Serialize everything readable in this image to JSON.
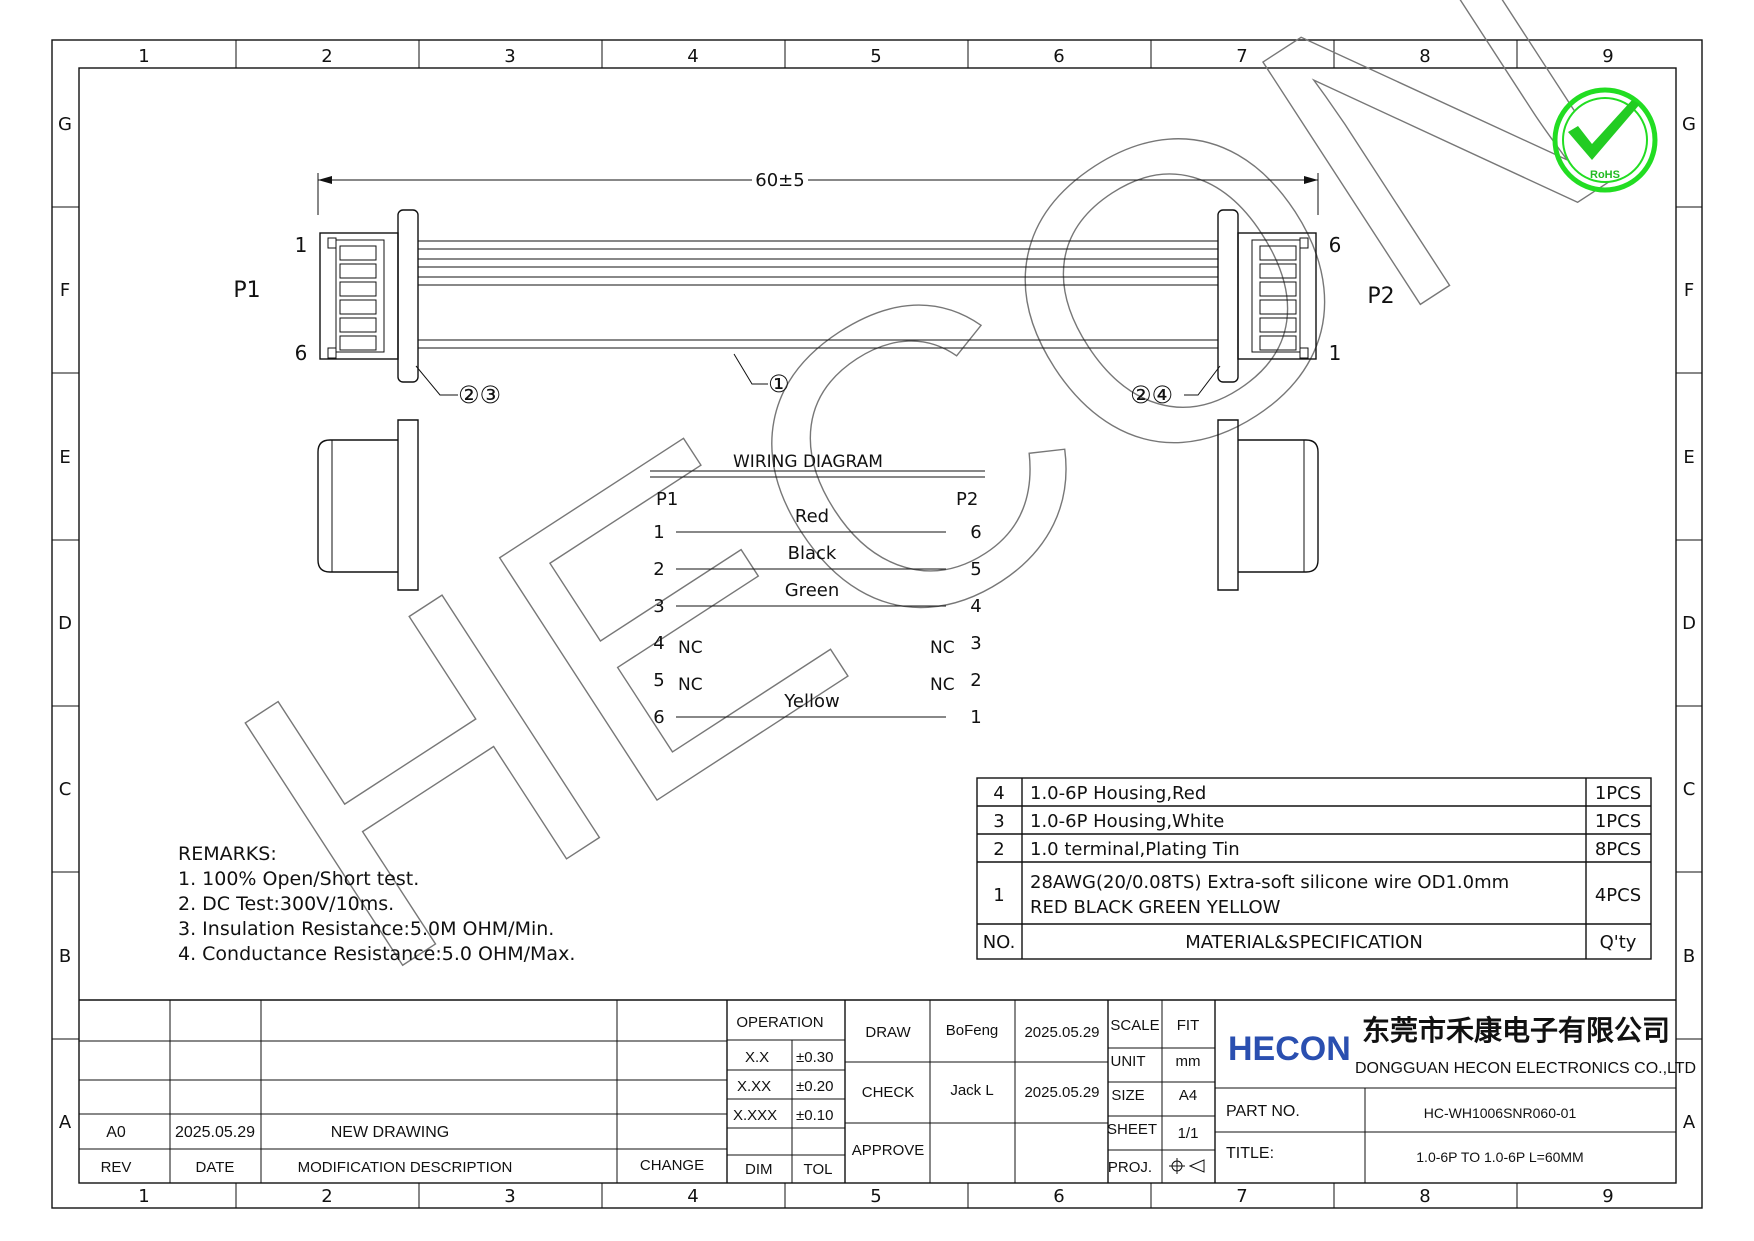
{
  "sheet": {
    "zone_columns": [
      "1",
      "2",
      "3",
      "4",
      "5",
      "6",
      "7",
      "8",
      "9"
    ],
    "zone_rows": [
      "G",
      "F",
      "E",
      "D",
      "C",
      "B",
      "A"
    ]
  },
  "drawing": {
    "dimension": "60±5",
    "p1_label": "P1",
    "p2_label": "P2",
    "p1_pin_top": "1",
    "p1_pin_bottom": "6",
    "p2_pin_top": "6",
    "p2_pin_bottom": "1",
    "callout_left": "②③",
    "callout_wire": "①",
    "callout_right": "②④",
    "watermark": "HECON"
  },
  "rohs": {
    "label": "RoHS",
    "color": "#22dd22"
  },
  "wiring": {
    "title": "WIRING DIAGRAM",
    "p1": "P1",
    "p2": "P2",
    "rows": [
      {
        "left": "1",
        "right": "6",
        "color": "Red",
        "left_nc": "",
        "right_nc": ""
      },
      {
        "left": "2",
        "right": "5",
        "color": "Black",
        "left_nc": "",
        "right_nc": ""
      },
      {
        "left": "3",
        "right": "4",
        "color": "Green",
        "left_nc": "",
        "right_nc": ""
      },
      {
        "left": "4",
        "right": "3",
        "color": "",
        "left_nc": "NC",
        "right_nc": "NC"
      },
      {
        "left": "5",
        "right": "2",
        "color": "",
        "left_nc": "NC",
        "right_nc": "NC"
      },
      {
        "left": "6",
        "right": "1",
        "color": "Yellow",
        "left_nc": "",
        "right_nc": ""
      }
    ]
  },
  "remarks": {
    "heading": "REMARKS:",
    "items": [
      "1. 100% Open/Short test.",
      "2. DC Test:300V/10ms.",
      "3. Insulation Resistance:5.0M OHM/Min.",
      "4. Conductance Resistance:5.0 OHM/Max."
    ]
  },
  "bom": {
    "rows": [
      {
        "no": "4",
        "spec": "1.0-6P Housing,Red",
        "spec2": "",
        "qty": "1PCS"
      },
      {
        "no": "3",
        "spec": "1.0-6P Housing,White",
        "spec2": "",
        "qty": "1PCS"
      },
      {
        "no": "2",
        "spec": "1.0 terminal,Plating Tin",
        "spec2": "",
        "qty": "8PCS"
      },
      {
        "no": "1",
        "spec": "28AWG(20/0.08TS) Extra-soft silicone wire OD1.0mm",
        "spec2": "RED BLACK GREEN YELLOW",
        "qty": "4PCS"
      }
    ],
    "header_no": "NO.",
    "header_spec": "MATERIAL&SPECIFICATION",
    "header_qty": "Q'ty"
  },
  "title_block": {
    "rev_value": "A0",
    "date_value": "2025.05.29",
    "mod_value": "NEW DRAWING",
    "rev_label": "REV",
    "date_label": "DATE",
    "mod_label": "MODIFICATION DESCRIPTION",
    "change_label": "CHANGE",
    "operation_label": "OPERATION",
    "tolerances": [
      {
        "dim": "X.X",
        "tol": "±0.30"
      },
      {
        "dim": "X.XX",
        "tol": "±0.20"
      },
      {
        "dim": "X.XXX",
        "tol": "±0.10"
      }
    ],
    "dim_label": "DIM",
    "tol_label": "TOL",
    "draw_label": "DRAW",
    "check_label": "CHECK",
    "approve_label": "APPROVE",
    "draw_name": "BoFeng",
    "check_name": "Jack L",
    "draw_date": "2025.05.29",
    "check_date": "2025.05.29",
    "scale_label": "SCALE",
    "scale_value": "FIT",
    "unit_label": "UNIT",
    "unit_value": "mm",
    "size_label": "SIZE",
    "size_value": "A4",
    "sheet_label": "SHEET",
    "sheet_value": "1/1",
    "proj_label": "PROJ.",
    "logo": "HECON",
    "logo_color": "#2a4fb0",
    "logo_accent": "#e0262b",
    "company_cn": "东莞市禾康电子有限公司",
    "company_en": "DONGGUAN HECON ELECTRONICS CO.,LTD",
    "part_no_label": "PART NO.",
    "part_no_value": "HC-WH1006SNR060-01",
    "title_label": "TITLE:",
    "title_value": "1.0-6P TO 1.0-6P L=60MM"
  }
}
